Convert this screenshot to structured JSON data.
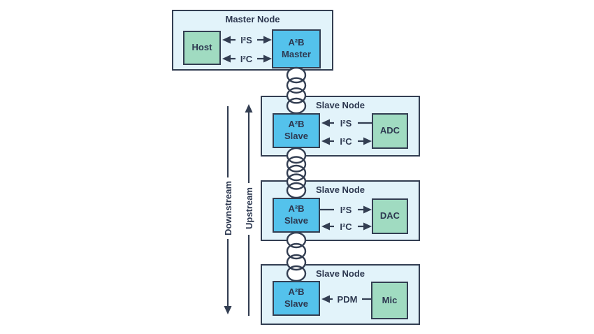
{
  "palette": {
    "node_fill": "#e2f3fa",
    "a2b_chip_fill": "#54c2ec",
    "device_chip_fill": "#a0dbc1",
    "line_color": "#333e52"
  },
  "master": {
    "title": "Master Node",
    "host": "Host",
    "a2b": "A²B\nMaster",
    "bus": [
      "I²S",
      "I²C"
    ]
  },
  "slaves": [
    {
      "title": "Slave Node",
      "a2b": "A²B\nSlave",
      "device": "ADC",
      "bus": [
        "I²S",
        "I²C"
      ]
    },
    {
      "title": "Slave Node",
      "a2b": "A²B\nSlave",
      "device": "DAC",
      "bus": [
        "I²S",
        "I²C"
      ]
    },
    {
      "title": "Slave Node",
      "a2b": "A²B\nSlave",
      "device": "Mic",
      "bus": [
        "PDM"
      ]
    }
  ],
  "directions": {
    "downstream": "Downstream",
    "upstream": "Upstream"
  }
}
